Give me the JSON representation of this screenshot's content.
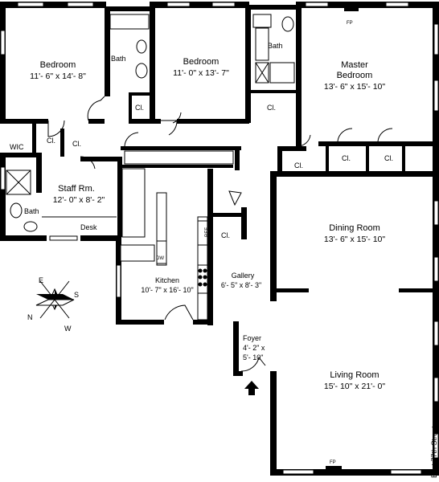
{
  "rooms": {
    "bedroom_left": {
      "name": "Bedroom",
      "dims": "11'- 6\" x 14'- 8\""
    },
    "bedroom_middle": {
      "name": "Bedroom",
      "dims": "11'- 0\" x 13'- 7\""
    },
    "master": {
      "name_line1": "Master",
      "name_line2": "Bedroom",
      "dims": "13'- 6\" x 15'- 10\""
    },
    "staff": {
      "name": "Staff Rm.",
      "dims": "12'- 0\" x 8'- 2\""
    },
    "dining": {
      "name": "Dining Room",
      "dims": "13'- 6\" x 15'- 10\""
    },
    "living": {
      "name": "Living Room",
      "dims": "15'- 10\" x 21'- 0\""
    },
    "kitchen": {
      "name": "Kitchen",
      "dims": "10'- 7\" x 16'- 10\""
    },
    "gallery": {
      "name": "Gallery",
      "dims": "6'- 5\" x 8'- 3\""
    },
    "foyer": {
      "name": "Foyer",
      "dims_line1": "4'- 2\" x",
      "dims_line2": "5'- 10\""
    }
  },
  "labels": {
    "bath": "Bath",
    "closet": "Cl.",
    "wic": "WIC",
    "desk": "Desk",
    "fireplace": "FP",
    "street": "East 77th Street",
    "dw": "DW",
    "ref": "REF"
  },
  "compass": {
    "e": "E",
    "s": "S",
    "w": "W",
    "n": "N"
  }
}
